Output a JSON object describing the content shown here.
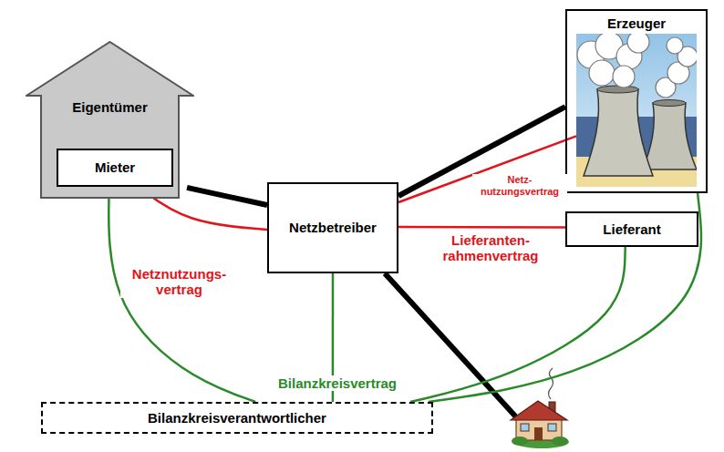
{
  "diagram": {
    "nodes": [
      {
        "text": [
          "Eigentümer"
        ]
      },
      {
        "text": [
          "Mieter"
        ],
        "in": 0
      },
      {
        "text": [
          "Erzeuger"
        ]
      },
      {
        "text": [
          "Netzbetreiber"
        ]
      },
      {
        "text": [
          "Lieferant"
        ]
      },
      {
        "text": [
          "Bilanzkreisverantwortlicher"
        ]
      }
    ],
    "edges": [
      {
        "from": 0,
        "to": 3,
        "arrow": "none"
      },
      {
        "from": 3,
        "to": 2,
        "arrow": "none"
      },
      {
        "from": 1,
        "to": 3,
        "label": "Netznutzungs- vertrag",
        "arrow": "none"
      },
      {
        "from": 3,
        "to": 2,
        "label": "Netz- nutzungsvertrag",
        "arrow": "none"
      },
      {
        "from": 3,
        "to": 4,
        "label": "Lieferanten- rahmenvertrag",
        "arrow": "none"
      },
      {
        "from": 1,
        "to": 5,
        "arrow": "none"
      },
      {
        "from": 3,
        "to": 5,
        "arrow": "none"
      },
      {
        "from": 4,
        "to": 5,
        "arrow": "none"
      },
      {
        "from": 2,
        "to": 5,
        "arrow": "none"
      }
    ],
    "labels": [
      "Bilanzkreisvertrag"
    ]
  }
}
